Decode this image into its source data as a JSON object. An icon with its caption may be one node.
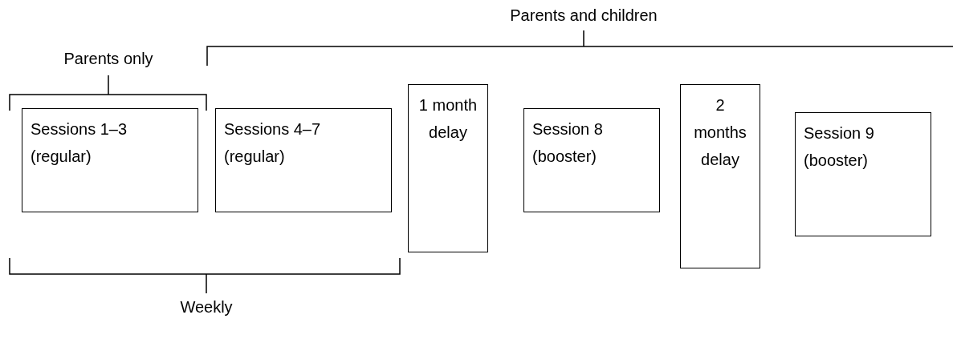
{
  "diagram": {
    "nodes": [
      {
        "text": [
          "Sessions 1–3 (regular)"
        ]
      },
      {
        "text": [
          "Sessions 4–7 (regular)"
        ]
      },
      {
        "text": [
          "1 month delay"
        ]
      },
      {
        "text": [
          "Session 8 (booster)"
        ]
      },
      {
        "text": [
          "2 months delay"
        ]
      },
      {
        "text": [
          "Session 9 (booster)"
        ]
      }
    ],
    "labels": [
      "Parents and children",
      "Parents only",
      "Weekly"
    ]
  }
}
